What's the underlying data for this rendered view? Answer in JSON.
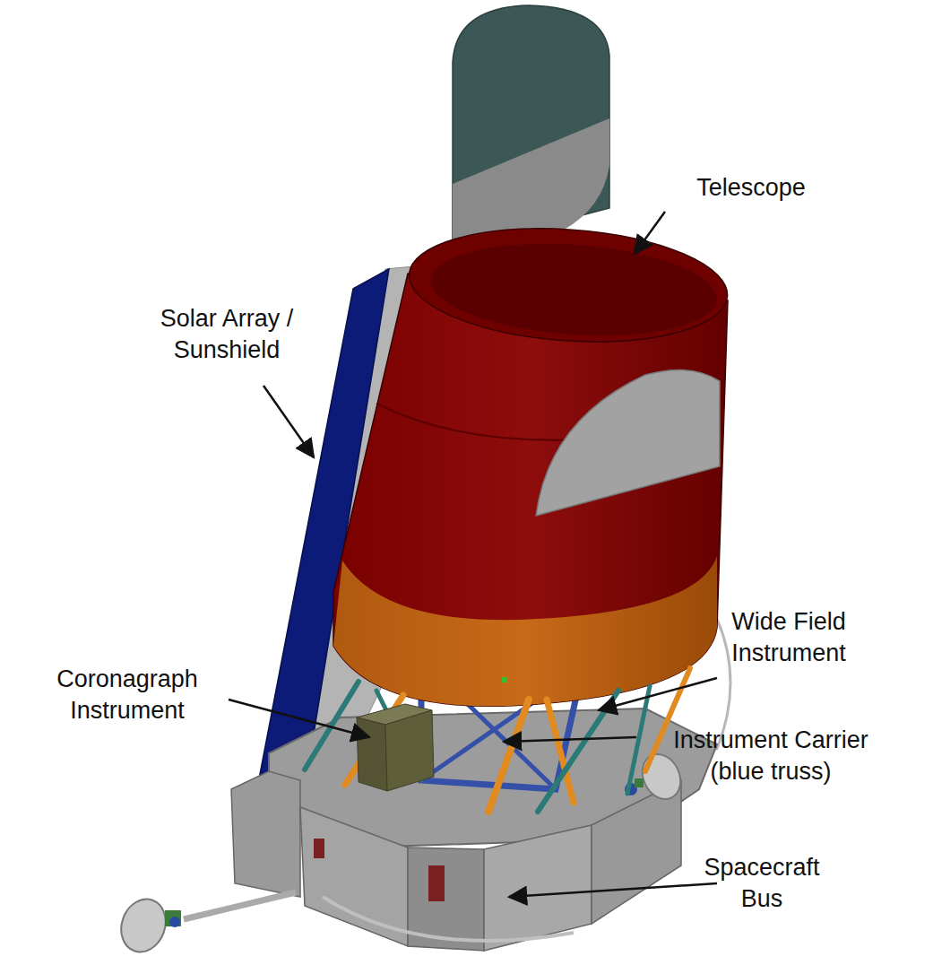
{
  "diagram": {
    "labels": [
      "Telescope",
      "Solar Array / Sunshield",
      "Wide Field Instrument",
      "Coronagraph Instrument",
      "Instrument Carrier (blue truss)",
      "Spacecraft Bus"
    ]
  }
}
